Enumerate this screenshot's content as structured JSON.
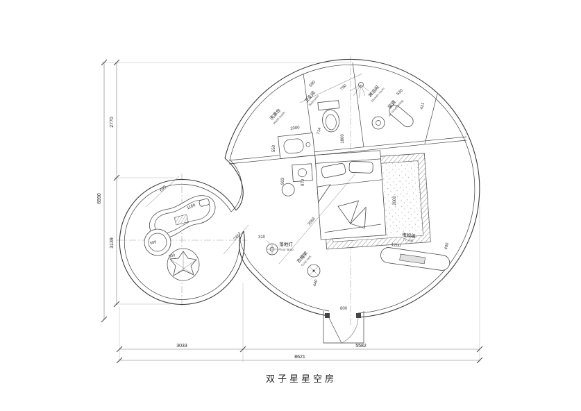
{
  "title": "双子星星空房",
  "colors": {
    "line": "#3a3a3a",
    "dim_text": "#333333",
    "centerline": "#999999"
  },
  "labels": {
    "wash_basin": {
      "cn": "洗漱台",
      "en": "Wash basin"
    },
    "bathroom": {
      "cn": "卫生间",
      "en": "Bathroom"
    },
    "shower": {
      "cn": "淋浴间",
      "en": "Shower room"
    },
    "ac": {
      "cn": "空调",
      "en": "air conditioning"
    },
    "floor_lamp": {
      "cn": "落地灯",
      "en": "Floor lamp"
    },
    "coat_rack": {
      "cn": "衣帽架",
      "en": "Coat rack"
    },
    "tv_wall": {
      "cn": "电视墙",
      "en": "TV wall"
    }
  },
  "dims": {
    "left_total": "6990",
    "left_upper": "2770",
    "left_lower": "3139",
    "bottom_left": "3033",
    "bottom_right": "5582",
    "bottom_total": "8621",
    "d590": "590",
    "d700": "700",
    "d520": "520",
    "d421": "421",
    "d714": "714",
    "d1000": "1000",
    "d550": "550",
    "d1800": "1800",
    "d903": "903",
    "d970": "970",
    "d2000": "2000",
    "d3584": "3584",
    "d310": "310",
    "d440": "440",
    "d1200": "1200",
    "d400": "400",
    "d800": "800",
    "d693": "693",
    "d1166": "1166",
    "d745": "745",
    "d589": "589",
    "d500": "500"
  }
}
